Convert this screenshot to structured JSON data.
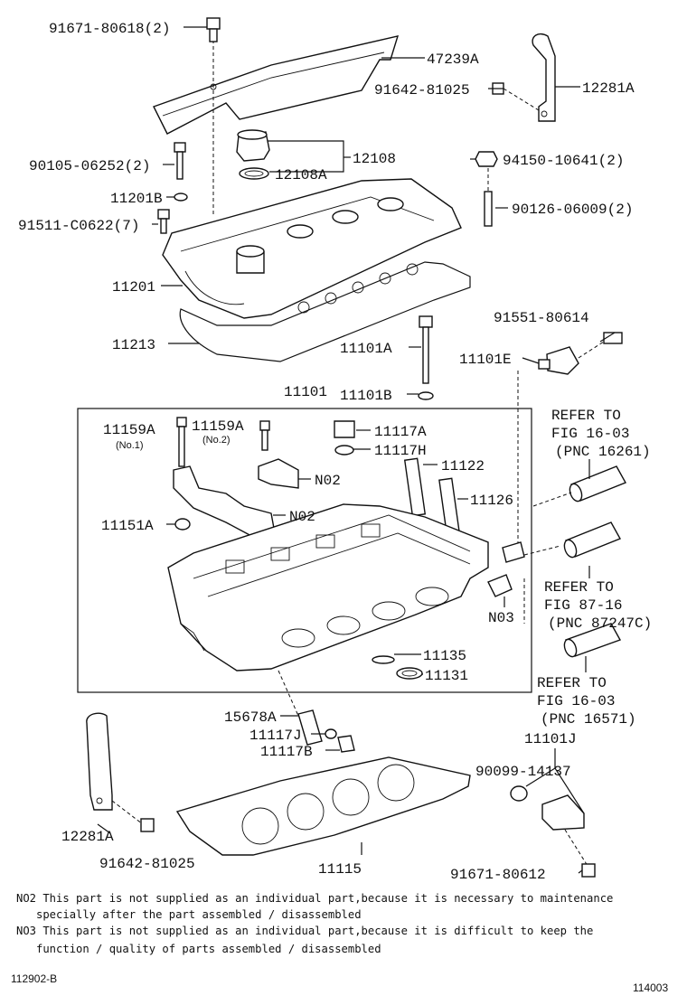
{
  "labels": {
    "p91671_80618": "91671-80618(2)",
    "p47239A": "47239A",
    "p91642_81025_top": "91642-81025",
    "p12281A_top": "12281A",
    "p12108": "12108",
    "p12108A": "12108A",
    "p90105_06252": "90105-06252(2)",
    "p94150_10641": "94150-10641(2)",
    "p11201B": "11201B",
    "p91511_C0622": "91511-C0622(7)",
    "p90126_06009": "90126-06009(2)",
    "p11201": "11201",
    "p11213": "11213",
    "p91551_80614": "91551-80614",
    "p11101A": "11101A",
    "p11101E": "11101E",
    "p11101": "11101",
    "p11101B": "11101B",
    "p11159A_1": "11159A",
    "p11159A_1_sub": "(No.1)",
    "p11159A_2": "11159A",
    "p11159A_2_sub": "(No.2)",
    "p11117A": "11117A",
    "p11117H": "11117H",
    "pN02_a": "N02",
    "p11122": "11122",
    "p11126": "11126",
    "pN02_b": "N02",
    "p11151A": "11151A",
    "pN03": "N03",
    "p11135": "11135",
    "p11131": "11131",
    "p15678A": "15678A",
    "p11117J": "11117J",
    "p11117B": "11117B",
    "p11101J": "11101J",
    "p90099_14137": "90099-14137",
    "p12281A_bot": "12281A",
    "p91642_81025_bot": "91642-81025",
    "p11115": "11115",
    "p91671_80612": "91671-80612"
  },
  "refs": {
    "ref1": [
      "REFER TO",
      "FIG 16-03",
      "(PNC 16261)"
    ],
    "ref2": [
      "REFER TO",
      "FIG 87-16",
      "(PNC 87247C)"
    ],
    "ref3": [
      "REFER TO",
      "FIG 16-03",
      "(PNC 16571)"
    ]
  },
  "notes": {
    "n02_line1": "NO2 This part is not supplied as an individual part,because it is necessary to maintenance",
    "n02_line2": "   specially after the part assembled / disassembled",
    "n03_line1": "NO3 This part is not supplied as an individual part,because it is difficult to keep the",
    "n03_line2": "   function / quality of parts assembled / disassembled"
  },
  "footer": {
    "left_code": "112902-B",
    "right_code": "114003"
  }
}
